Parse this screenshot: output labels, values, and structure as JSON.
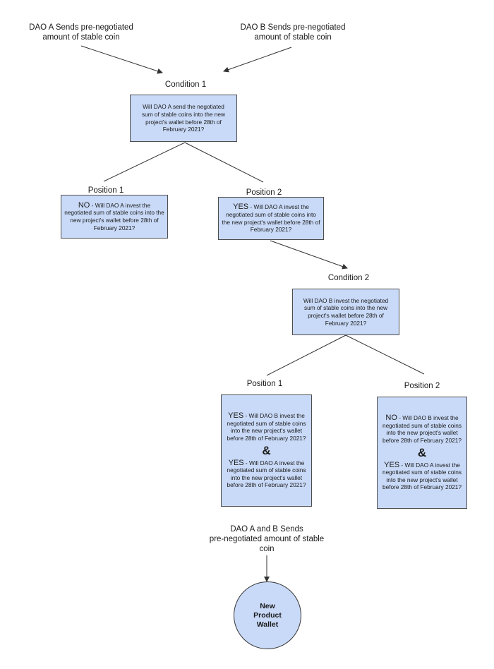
{
  "top": {
    "dao_a": "DAO A Sends pre-negotiated\namount of stable coin",
    "dao_b": "DAO B Sends pre-negotiated\namount of stable coin"
  },
  "condition1": {
    "label": "Condition 1",
    "question": "Will DAO A send  the negotiated sum of stable coins into the new project's wallet before 28th of February 2021?"
  },
  "c1_position1": {
    "label": "Position 1",
    "key": "NO",
    "text": " - Will DAO A invest the negotiated sum of stable coins into the new project's wallet before 28th of February 2021?"
  },
  "c1_position2": {
    "label": "Position 2",
    "key": "YES",
    "text": " - Will DAO A invest the negotiated sum of stable coins into the new project's wallet before 28th of February 2021?"
  },
  "condition2": {
    "label": "Condition 2",
    "question": "Will DAO B invest the negotiated sum of stable coins into the new project's wallet before 28th of February 2021?"
  },
  "c2_position1": {
    "label": "Position 1",
    "key1": "YES",
    "text1": " - Will DAO B invest the negotiated sum of stable coins into the new project's wallet before 28th of February 2021?",
    "amp": "&",
    "key2": "YES",
    "text2": " - Will DAO A invest the negotiated sum of stable coins into the new project's wallet before 28th of February 2021?"
  },
  "c2_position2": {
    "label": "Position 2",
    "key1": "NO",
    "text1": " - Will DAO B invest the negotiated sum of stable coins into the new project's wallet before 28th of February 2021?",
    "amp": "&",
    "key2": "YES",
    "text2": " - Will DAO A invest the negotiated sum of stable coins into the new project's wallet before 28th of February 2021?"
  },
  "final": {
    "label": "DAO A and B Sends\npre-negotiated amount of stable\ncoin",
    "wallet": "New\nProduct\nWallet"
  }
}
